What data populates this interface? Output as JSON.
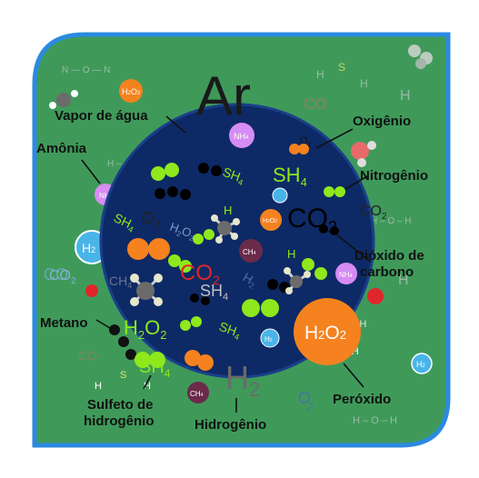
{
  "title": "Ar",
  "labels": {
    "vapor": "Vapor de água",
    "amonia": "Amônia",
    "oxigenio": "Oxigênio",
    "nitrogenio": "Nitrogênio",
    "dioxido_1": "Dióxido de",
    "dioxido_2": "carbono",
    "metano": "Metano",
    "sulfeto_1": "Sulfeto de",
    "sulfeto_2": "hidrogênio",
    "hidrogenio": "Hidrogênio",
    "peroxido": "Peróxido"
  },
  "formulas": {
    "sh4": "SH",
    "sh4_sub": "4",
    "co2": "CO",
    "co2_sub": "2",
    "h2": "H",
    "h2_sub": "2",
    "h2o2_h": "H",
    "h2o2_o": "O",
    "h2o2_sub": "2",
    "nh4": "NH",
    "nh4_sub": "4",
    "ch4": "CH",
    "ch4_sub": "4",
    "o2": "O",
    "o2_sub": "2"
  },
  "colors": {
    "border": "#2b8ae0",
    "background": "#3f9a5a",
    "sphere": "#0d2a66",
    "orange": "#f5821f",
    "red": "#e0262b",
    "lime": "#8ee81c",
    "violet": "#d68cf2",
    "cyan": "#49b4e8"
  }
}
